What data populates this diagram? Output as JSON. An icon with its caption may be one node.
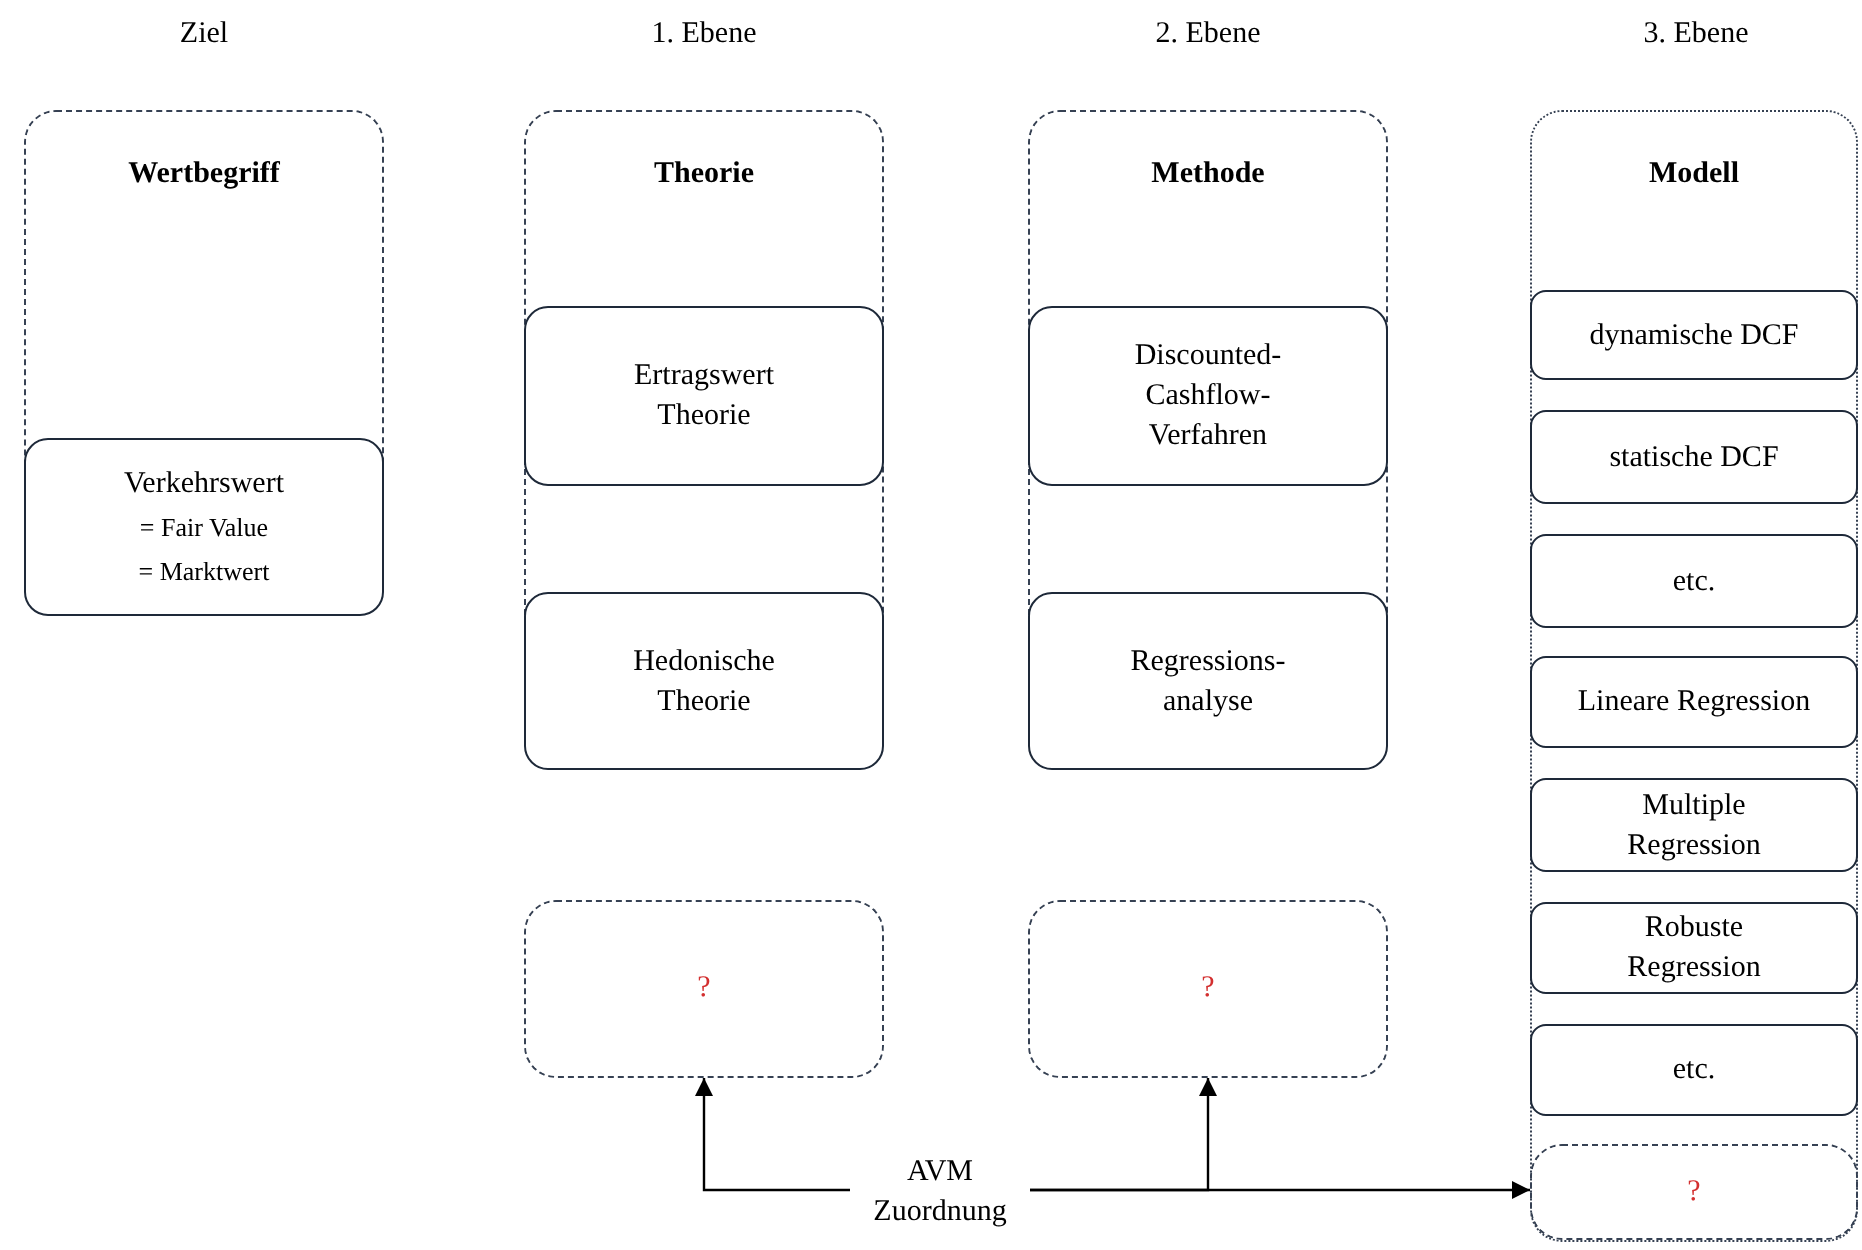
{
  "diagram": {
    "nodes": [
      {
        "text": [
          "Wertbegriff"
        ]
      },
      {
        "text": [
          "Verkehrswert",
          "= Fair Value",
          "= Marktwert"
        ],
        "in": 0
      },
      {
        "text": [
          "Theorie"
        ]
      },
      {
        "text": [
          "Ertragswert Theorie"
        ],
        "in": 2
      },
      {
        "text": [
          "Hedonische Theorie"
        ],
        "in": 2
      },
      {
        "text": [
          "Methode"
        ]
      },
      {
        "text": [
          "Discounted-Cashflow-Verfahren"
        ],
        "in": 5
      },
      {
        "text": [
          "Regressions-analyse"
        ],
        "in": 5
      },
      {
        "text": [
          "Modell"
        ]
      },
      {
        "text": [
          "dynamische DCF"
        ],
        "in": 8
      },
      {
        "text": [
          "statische DCF"
        ],
        "in": 8
      },
      {
        "text": [
          "etc."
        ],
        "in": 8
      },
      {
        "text": [
          "Lineare Regression"
        ],
        "in": 8
      },
      {
        "text": [
          "Multiple Regression"
        ],
        "in": 8
      },
      {
        "text": [
          "Robuste Regression"
        ],
        "in": 8
      },
      {
        "text": [
          "etc."
        ],
        "in": 8
      },
      {
        "text": [
          "?"
        ],
        "in": 8
      },
      {
        "text": [
          "?"
        ]
      },
      {
        "text": [
          "?"
        ]
      },
      {
        "text": [
          "AVM Zuordnung"
        ]
      }
    ],
    "edges": [
      {
        "from": 19,
        "to": 17,
        "arrow": "to"
      },
      {
        "from": 19,
        "to": 18,
        "arrow": "to"
      },
      {
        "from": 19,
        "to": 16,
        "arrow": "to"
      }
    ],
    "labels": [
      "Ziel",
      "1. Ebene",
      "2. Ebene",
      "3. Ebene"
    ]
  }
}
